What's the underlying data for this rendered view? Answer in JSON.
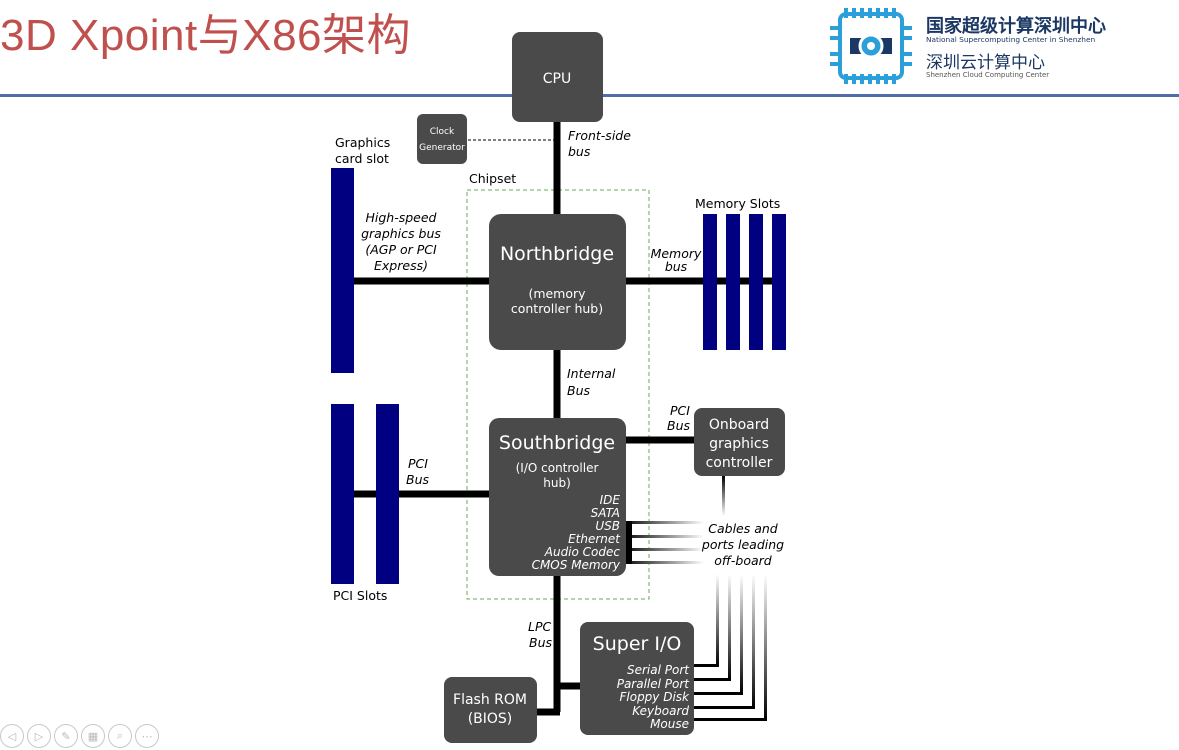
{
  "title": "3D Xpoint与X86架构",
  "logo": {
    "name_cn": "国家超级计算深圳中心",
    "name_en": "National Supercomputing Center in Shenzhen",
    "sub_cn": "深圳云计算中心",
    "sub_en": "Shenzhen Cloud Computing Center"
  },
  "diagram": {
    "cpu": "CPU",
    "clock_line1": "Clock",
    "clock_line2": "Generator",
    "front_side_bus_1": "Front-side",
    "front_side_bus_2": "bus",
    "chipset": "Chipset",
    "graphics_slot_1": "Graphics",
    "graphics_slot_2": "card slot",
    "gfx_bus_1": "High-speed",
    "gfx_bus_2": "graphics bus",
    "gfx_bus_3": "(AGP or PCI",
    "gfx_bus_4": "Express)",
    "northbridge": "Northbridge",
    "northbridge_sub1": "(memory",
    "northbridge_sub2": "controller hub)",
    "memory_slots": "Memory Slots",
    "memory_bus_1": "Memory",
    "memory_bus_2": "bus",
    "internal_bus_1": "Internal",
    "internal_bus_2": "Bus",
    "southbridge": "Southbridge",
    "southbridge_sub1": "(I/O controller",
    "southbridge_sub2": "hub)",
    "sb_ports": [
      "IDE",
      "SATA",
      "USB",
      "Ethernet",
      "Audio Codec",
      "CMOS Memory"
    ],
    "pci_bus_left_1": "PCI",
    "pci_bus_left_2": "Bus",
    "pci_slots": "PCI Slots",
    "pci_bus_right_1": "PCI",
    "pci_bus_right_2": "Bus",
    "onboard_1": "Onboard",
    "onboard_2": "graphics",
    "onboard_3": "controller",
    "cables_1": "Cables and",
    "cables_2": "ports leading",
    "cables_3": "off-board",
    "lpc_bus_1": "LPC",
    "lpc_bus_2": "Bus",
    "super_io": "Super I/O",
    "sio_ports": [
      "Serial Port",
      "Parallel Port",
      "Floppy Disk",
      "Keyboard",
      "Mouse"
    ],
    "flash_1": "Flash ROM",
    "flash_2": "(BIOS)"
  },
  "nav_icons": [
    "prev-icon",
    "next-icon",
    "pen-icon",
    "slides-icon",
    "zoom-icon",
    "more-icon"
  ]
}
